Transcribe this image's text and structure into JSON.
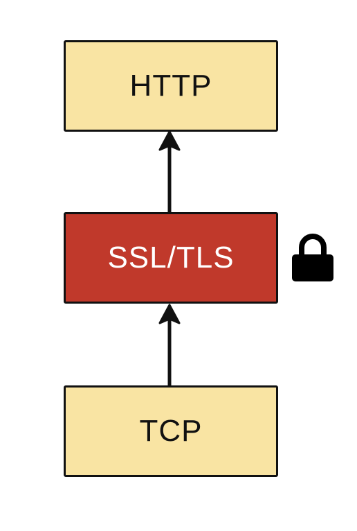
{
  "layers": {
    "http": {
      "label": "HTTP",
      "fill": "#f9e4a3",
      "text_color": "#111111"
    },
    "ssl": {
      "label": "SSL/TLS",
      "fill": "#c0392b",
      "text_color": "#ffffff"
    },
    "tcp": {
      "label": "TCP",
      "fill": "#f9e4a3",
      "text_color": "#111111"
    }
  },
  "edges": [
    {
      "from": "tcp",
      "to": "ssl"
    },
    {
      "from": "ssl",
      "to": "http"
    }
  ],
  "icons": {
    "lock": "lock-icon"
  },
  "colors": {
    "stroke": "#111111"
  }
}
